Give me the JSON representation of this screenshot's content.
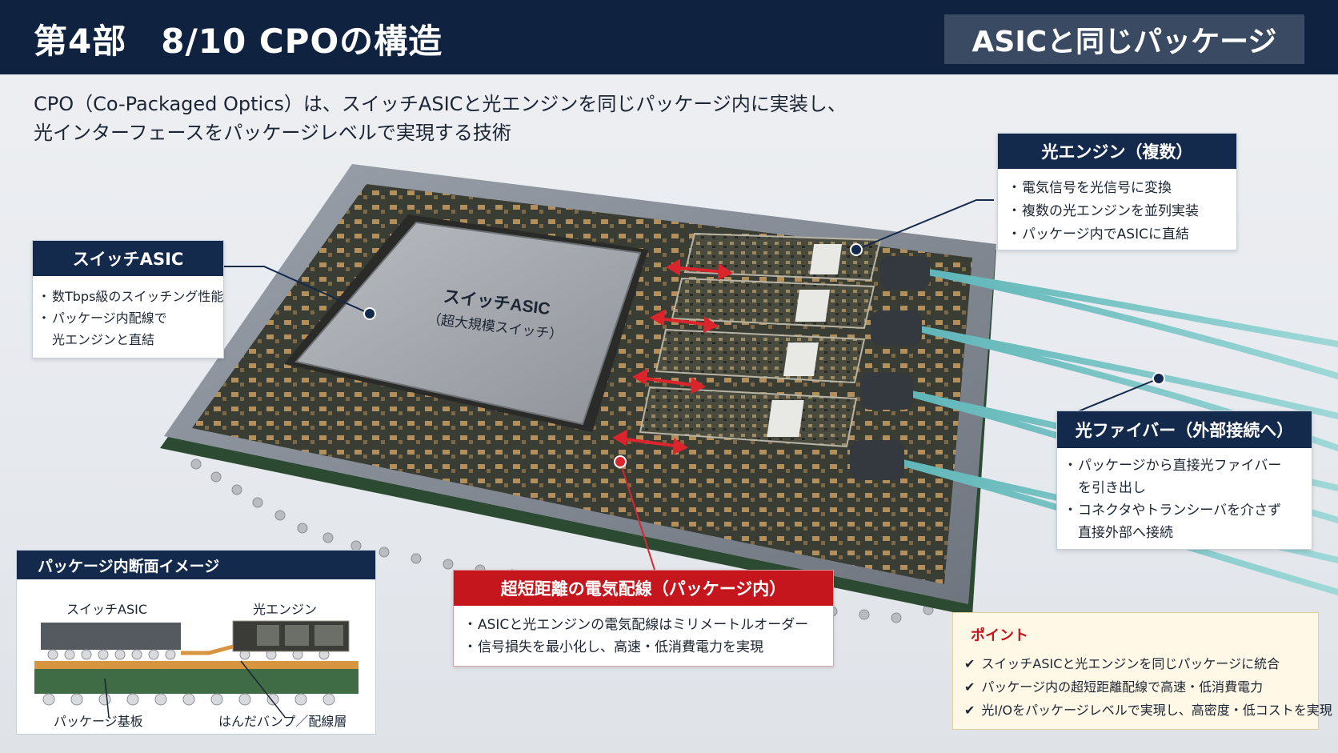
{
  "header": {
    "title": "第4部　8/10  CPOの構造",
    "badge": "ASICと同じパッケージ"
  },
  "intro": {
    "line1": "CPO（Co-Packaged Optics）は、スイッチASICと光エンジンを同じパッケージ内に実装し、",
    "line2": "光インターフェースをパッケージレベルで実現する技術"
  },
  "chip": {
    "asic_label": "スイッチASIC",
    "asic_sublabel": "（超大規模スイッチ）"
  },
  "callouts": {
    "asic": {
      "title": "スイッチASIC",
      "items": [
        "数Tbps級のスイッチング性能",
        "パッケージ内配線で",
        "光エンジンと直結"
      ]
    },
    "engine": {
      "title": "光エンジン（複数）",
      "items": [
        "電気信号を光信号に変換",
        "複数の光エンジンを並列実装",
        "パッケージ内でASICに直結"
      ]
    },
    "fiber": {
      "title": "光ファイバー（外部接続へ）",
      "items": [
        "パッケージから直接光ファイバー",
        "を引き出し",
        "コネクタやトランシーバを介さず",
        "直接外部へ接続"
      ]
    },
    "wiring": {
      "title": "超短距離の電気配線（パッケージ内）",
      "items": [
        "ASICと光エンジンの電気配線はミリメートルオーダー",
        "信号損失を最小化し、高速・低消費電力を実現"
      ]
    }
  },
  "cross_section": {
    "title": "パッケージ内断面イメージ",
    "label_asic": "スイッチASIC",
    "label_engine": "光エンジン",
    "label_substrate": "パッケージ基板",
    "label_bump": "はんだバンプ／配線層"
  },
  "point": {
    "title": "ポイント",
    "items": [
      "スイッチASICと光エンジンを同じパッケージに統合",
      "パッケージ内の超短距離配線で高速・低消費電力",
      "光I/Oをパッケージレベルで実現し、高密度・低コストを実現"
    ]
  },
  "colors": {
    "navy": "#0f2340",
    "accent_red": "#c4161c",
    "fiber": "#6fc2c4"
  }
}
